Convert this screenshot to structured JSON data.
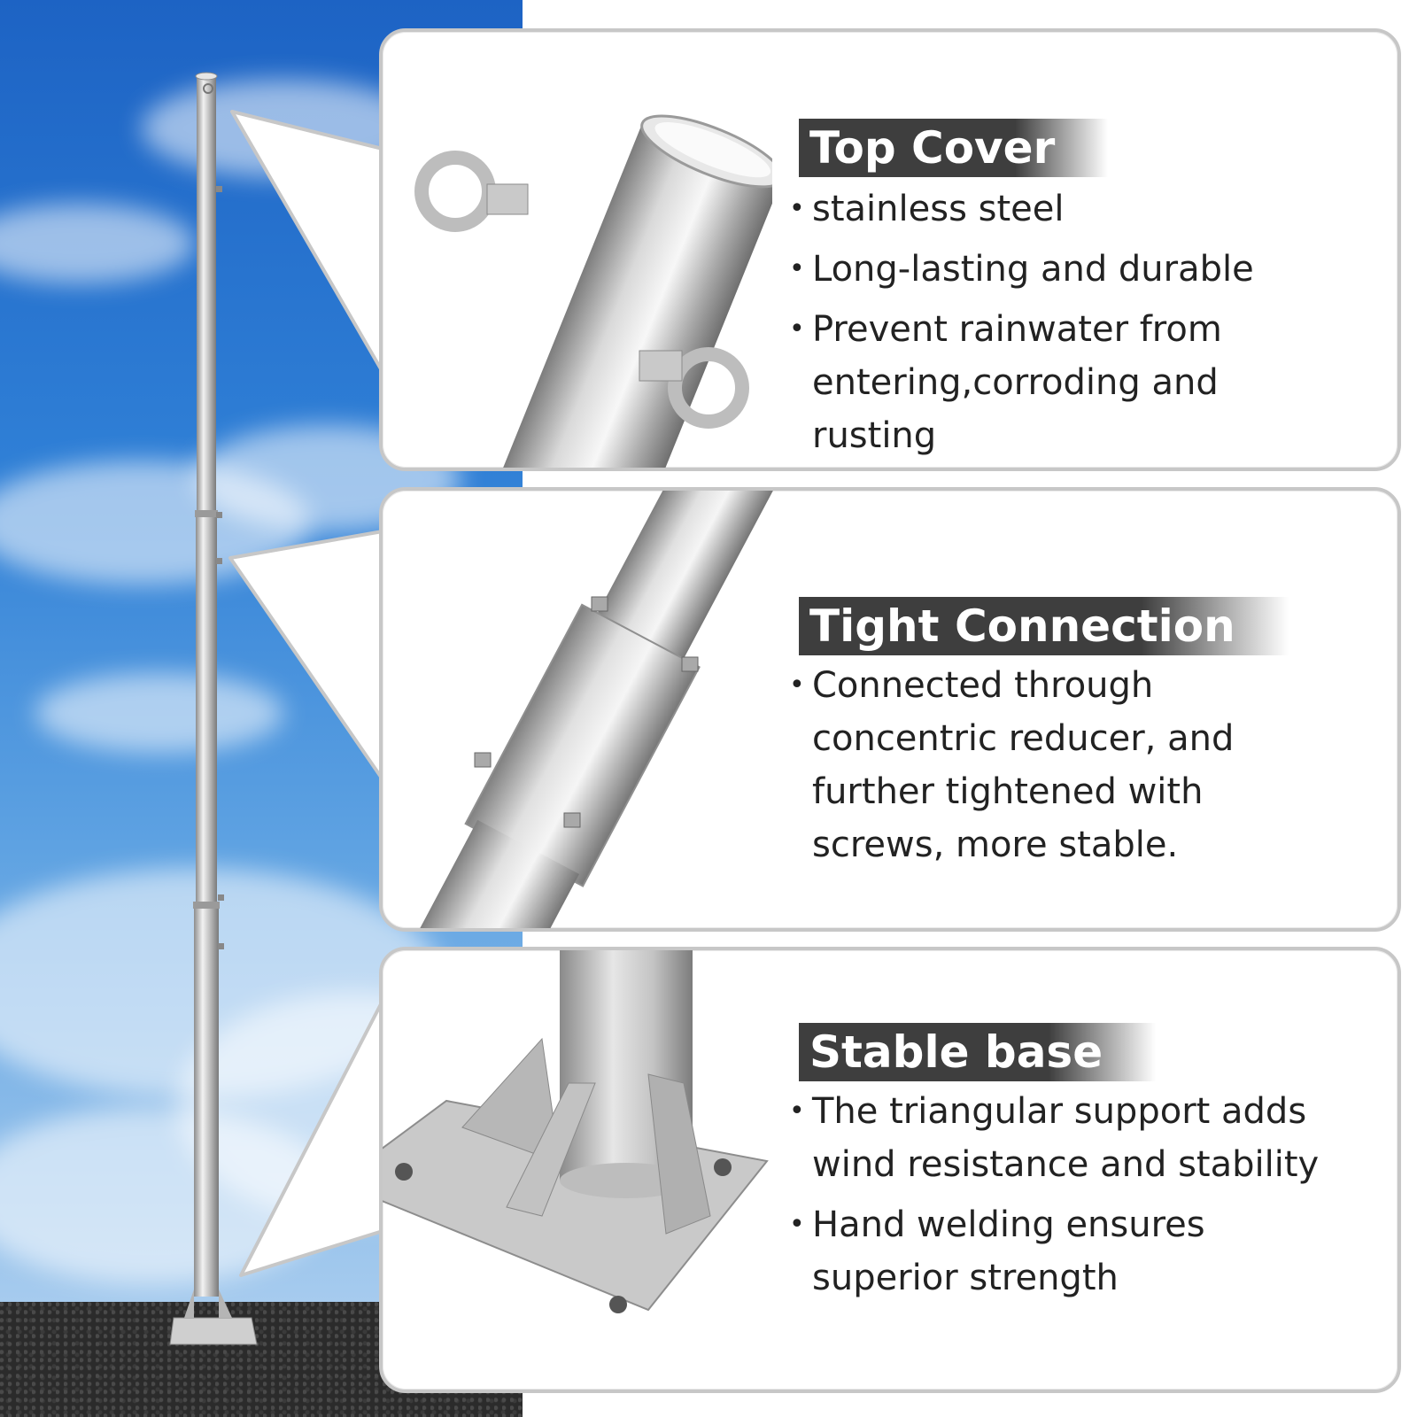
{
  "colors": {
    "title_bg": "#3e3e3e",
    "title_text": "#ffffff",
    "body_text": "#222222",
    "card_border": "#c7c7c7",
    "sky_top": "#1d63c4",
    "ground": "#2b2b2b"
  },
  "features": [
    {
      "title": "Top Cover",
      "bullets": [
        "stainless steel",
        "Long-lasting and durable",
        "Prevent rainwater from entering,corroding and rusting"
      ]
    },
    {
      "title": "Tight Connection",
      "bullets": [
        "Connected through concentric reducer, and further tightened with screws, more stable."
      ]
    },
    {
      "title": "Stable base",
      "bullets": [
        "The triangular support adds wind resistance and stability",
        "Hand welding ensures superior strength"
      ]
    }
  ],
  "icons": {
    "bullet": "•"
  }
}
